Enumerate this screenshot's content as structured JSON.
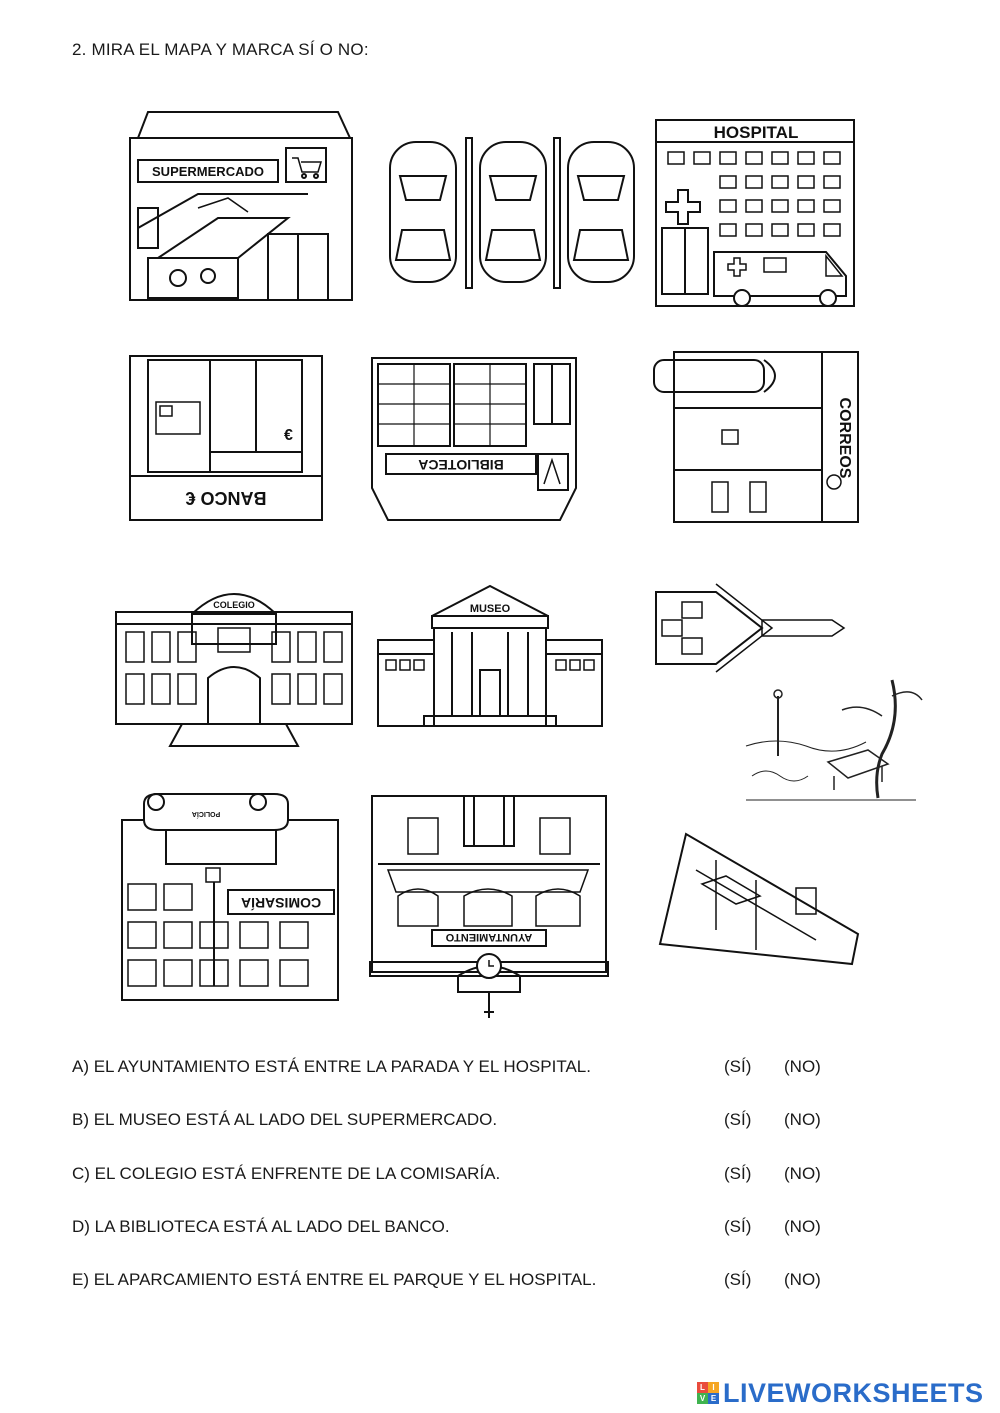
{
  "title": "2. MIRA EL MAPA Y MARCA SÍ O NO:",
  "tiles": {
    "supermercado": "SUPERMERCADO",
    "hospital": "HOSPITAL",
    "banco": "BANCO €",
    "biblioteca": "BIBLIOTECA",
    "correos": "CORREOS",
    "colegio": "COLEGIO",
    "museo": "MUSEO",
    "comisaria": "COMISARÍA",
    "policia": "POLICÍA",
    "ayuntamiento": "AYUNTAMIENTO"
  },
  "questions": [
    {
      "text": "A) EL AYUNTAMIENTO ESTÁ ENTRE LA PARADA Y EL HOSPITAL.",
      "yes": "(SÍ)",
      "no": "(NO)"
    },
    {
      "text": "B) EL MUSEO ESTÁ AL LADO DEL SUPERMERCADO.",
      "yes": "(SÍ)",
      "no": "(NO)"
    },
    {
      "text": "C) EL COLEGIO ESTÁ ENFRENTE DE LA COMISARÍA.",
      "yes": "(SÍ)",
      "no": "(NO)"
    },
    {
      "text": "D) LA BIBLIOTECA ESTÁ AL LADO DEL BANCO.",
      "yes": "(SÍ)",
      "no": "(NO)"
    },
    {
      "text": "E) EL APARCAMIENTO ESTÁ ENTRE EL PARQUE Y EL HOSPITAL.",
      "yes": "(SÍ)",
      "no": "(NO)"
    }
  ],
  "brand": {
    "name": "LIVEWORKSHEETS",
    "logo_letters": [
      "L",
      "I",
      "V",
      "E"
    ],
    "color": "#2a6cc9"
  }
}
